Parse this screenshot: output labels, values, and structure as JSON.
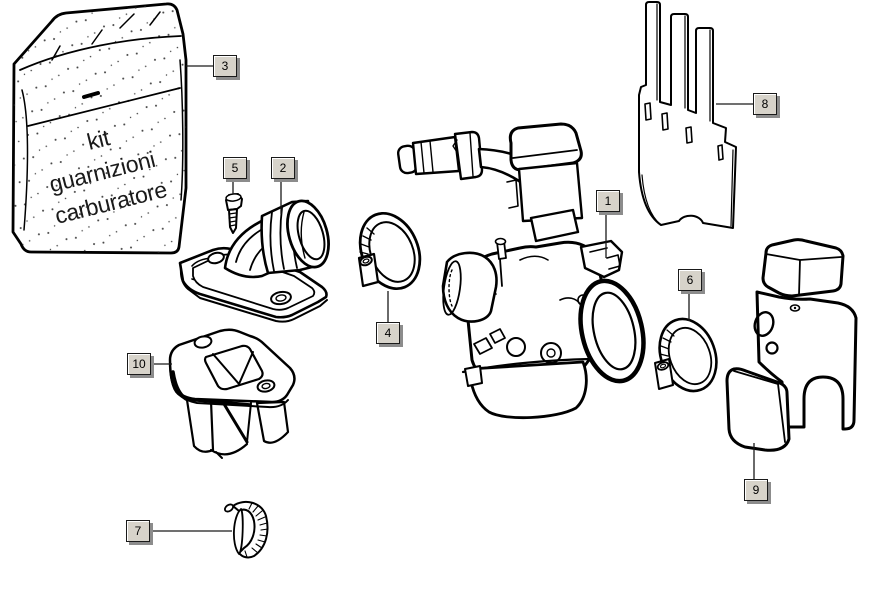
{
  "bag": {
    "lines": [
      "kit",
      "guarnizioni",
      "carburatore"
    ]
  },
  "callouts": [
    {
      "num": "1",
      "part": "carburetor"
    },
    {
      "num": "2",
      "part": "intake-manifold"
    },
    {
      "num": "3",
      "part": "gasket-kit-bag"
    },
    {
      "num": "4",
      "part": "hose-clamp-large"
    },
    {
      "num": "5",
      "part": "screw"
    },
    {
      "num": "6",
      "part": "hose-clamp-medium"
    },
    {
      "num": "7",
      "part": "spring-clamp-small"
    },
    {
      "num": "8",
      "part": "reed-petals"
    },
    {
      "num": "9",
      "part": "rubber-cover"
    },
    {
      "num": "10",
      "part": "reed-valve-block"
    }
  ],
  "colors": {
    "background": "#ffffff",
    "line_art": "#000000",
    "callout_face": "#d7d3ca",
    "callout_shadow": "#8c8c8c"
  }
}
